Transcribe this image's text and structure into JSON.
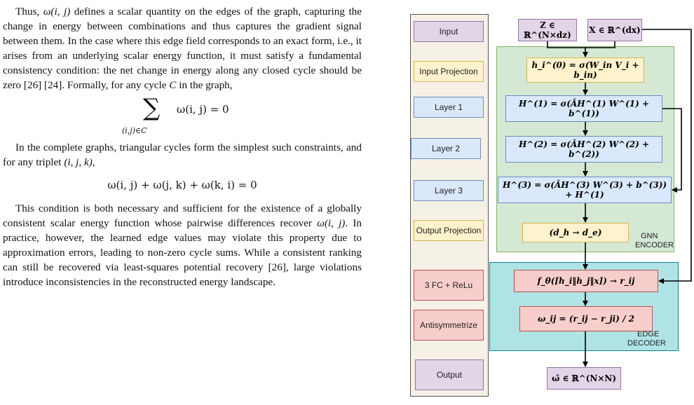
{
  "paper": {
    "p1": {
      "t1": "Thus, ",
      "t2": " defines a scalar quantity on the edges of the graph, capturing the change in energy between combinations and thus captures the gradient signal between them. In the case where this edge field corresponds to an exact form, i.e., it arises from an underlying scalar energy function, it must satisfy a fundamental consistency condition: the net change in energy along any closed cycle should be zero [26] [24]. Formally, for any cycle ",
      "t3": " in the graph,"
    },
    "omega_ij": "ω(i, j)",
    "cycle_var": "C",
    "eq1": {
      "sigma": "∑",
      "sub": "(i,j)∈C",
      "body": "ω(i, j) = 0"
    },
    "p2": {
      "t1": "In the complete graphs, triangular cycles form the simplest such constraints, and for any triplet ",
      "triplet": "(i, j, k)",
      "t2": ","
    },
    "eq2": "ω(i, j) + ω(j, k) + ω(k, i) = 0",
    "p3": {
      "t1": "This condition is both necessary and sufficient for the existence of a globally consistent scalar energy function whose pairwise differences recover ",
      "t2": ". In practice, however, the learned edge values may violate this property due to approximation errors, leading to non-zero cycle sums. While a consistent ranking can still be recovered via least-squares potential recovery [26], large violations introduce inconsistencies in the reconstructed energy landscape."
    }
  },
  "legend": {
    "input": "Input",
    "input_projection": "Input Projection",
    "layer1": "Layer 1",
    "layer2": "Layer 2",
    "layer3": "Layer 3",
    "output_projection": "Output Projection",
    "fc": "3 FC + ReLu",
    "antisymmetrize": "Antisymmetrize",
    "output": "Output"
  },
  "diagram": {
    "z_input": "Z ∈ ℝ^(N×dz)",
    "x_input": "X ∈ ℝ^(dx)",
    "h0": "h_i^(0) = σ(W_in V_i + b_in)",
    "h1": "H^(1) = σ(ÂH^(1) W^(1) + b^(1))",
    "h2": "H^(2) = σ(ÂH^(2) W^(2) + b^(2))",
    "h3": "H^(3) = σ(ÂH^(3) W^(3) + b^(3)) + H^(1)",
    "proj": "(d_h → d_e)",
    "gnn_label_1": "GNN",
    "gnn_label_2": "ENCODER",
    "f_theta": "f_θ([h_i‖h_j‖x]) → r_ij",
    "omega": "ω_ij = (r_ij − r_ji) / 2",
    "edge_label_1": "EDGE",
    "edge_label_2": "DECODER",
    "output": "ω̂ ∈ ℝ^(N×N)"
  },
  "colors": {
    "purple": "#e1d5e7",
    "yellow": "#fff2cc",
    "blue": "#dae8fc",
    "red": "#f8cecc",
    "green_region": "#d5e8d4",
    "cyan_region": "#b0e3e6"
  }
}
